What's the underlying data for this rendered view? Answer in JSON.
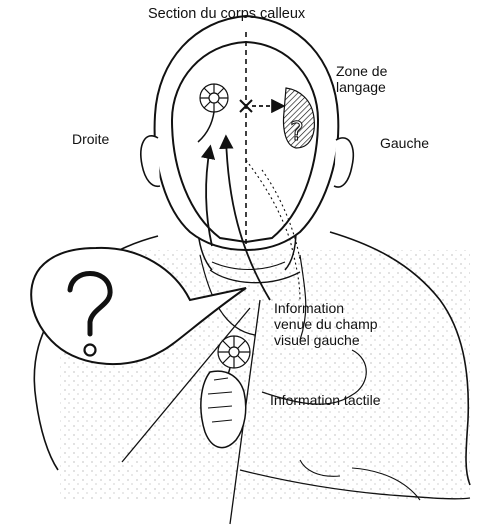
{
  "labels": {
    "section_corps_calleux": "Section du corps calleux",
    "zone_langage": [
      "Zone de",
      "langage"
    ],
    "droite": "Droite",
    "gauche": "Gauche",
    "info_visuel": [
      "Information",
      "venue du champ",
      "visuel gauche"
    ],
    "info_tactile": "Information tactile"
  },
  "colors": {
    "ink": "#111111",
    "paper": "#ffffff"
  }
}
